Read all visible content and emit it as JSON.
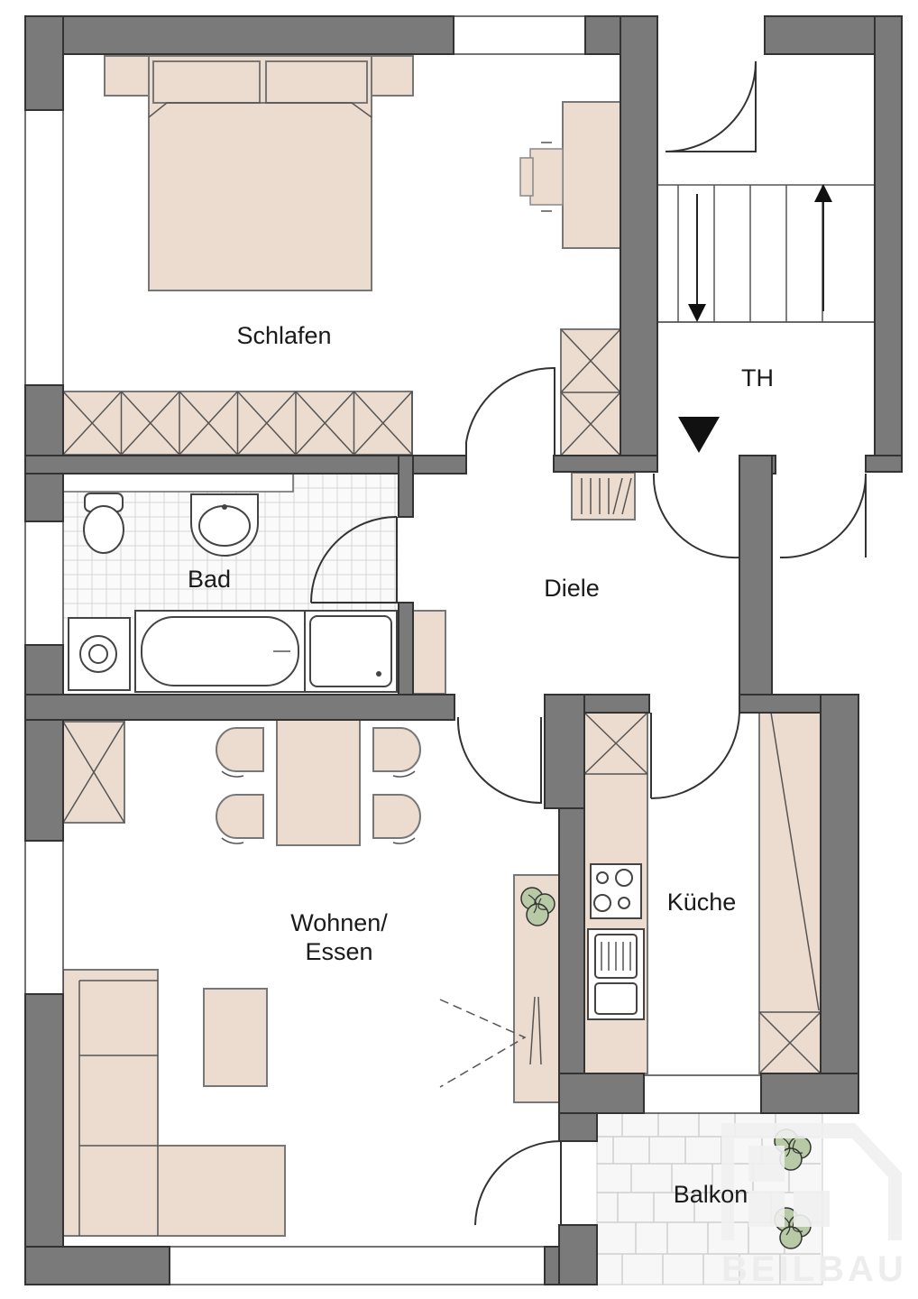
{
  "rooms": {
    "schlafen": "Schlafen",
    "th": "TH",
    "bad": "Bad",
    "diele": "Diele",
    "wohnen_line1": "Wohnen/",
    "wohnen_line2": "Essen",
    "kueche": "Küche",
    "balkon": "Balkon"
  },
  "logo": {
    "text": "BEILBAU"
  },
  "colors": {
    "wall": "#7a7a7a",
    "furniture": "#ecdccf",
    "plant": "#b7c9a5"
  }
}
